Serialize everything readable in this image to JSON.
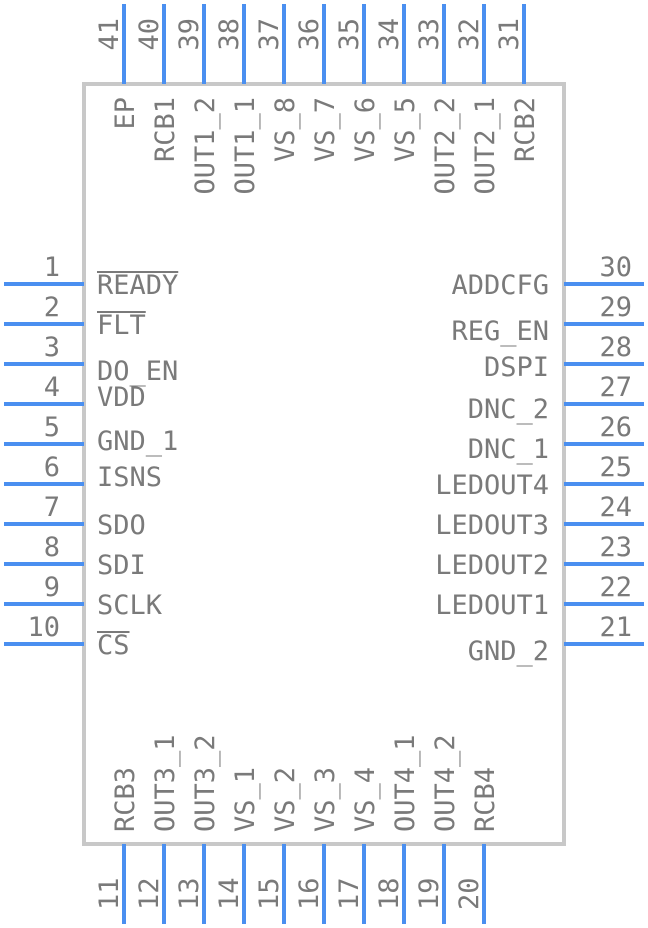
{
  "colors": {
    "pin_line": "#4a8ff0",
    "body_outline": "#c8c8c8",
    "text": "#7a7a7a"
  },
  "left_pins": [
    {
      "num": "1",
      "name": "READY",
      "bar": "READY"
    },
    {
      "num": "2",
      "name": "FLT",
      "bar": "FLT"
    },
    {
      "num": "3",
      "name": "DO_EN",
      "bar": ""
    },
    {
      "num": "4",
      "name": "VDD",
      "bar": ""
    },
    {
      "num": "5",
      "name": "GND_1",
      "bar": ""
    },
    {
      "num": "6",
      "name": "ISNS",
      "bar": ""
    },
    {
      "num": "7",
      "name": "SDO",
      "bar": ""
    },
    {
      "num": "8",
      "name": "SDI",
      "bar": ""
    },
    {
      "num": "9",
      "name": "SCLK",
      "bar": ""
    },
    {
      "num": "10",
      "name": "CS",
      "bar": "CS"
    }
  ],
  "right_pins": [
    {
      "num": "30",
      "name": "ADDCFG",
      "bar": ""
    },
    {
      "num": "29",
      "name": "REG_EN",
      "bar": ""
    },
    {
      "num": "28",
      "name": "DSPI",
      "bar": ""
    },
    {
      "num": "27",
      "name": "DNC_2",
      "bar": ""
    },
    {
      "num": "26",
      "name": "DNC_1",
      "bar": ""
    },
    {
      "num": "25",
      "name": "LEDOUT4",
      "bar": ""
    },
    {
      "num": "24",
      "name": "LEDOUT3",
      "bar": ""
    },
    {
      "num": "23",
      "name": "LEDOUT2",
      "bar": ""
    },
    {
      "num": "22",
      "name": "LEDOUT1",
      "bar": ""
    },
    {
      "num": "21",
      "name": "GND_2",
      "bar": ""
    }
  ],
  "top_pins": [
    {
      "num": "41",
      "name": "EP"
    },
    {
      "num": "40",
      "name": "RCB1"
    },
    {
      "num": "39",
      "name": "OUT1_2"
    },
    {
      "num": "38",
      "name": "OUT1_1"
    },
    {
      "num": "37",
      "name": "VS_8"
    },
    {
      "num": "36",
      "name": "VS_7"
    },
    {
      "num": "35",
      "name": "VS_6"
    },
    {
      "num": "34",
      "name": "VS_5"
    },
    {
      "num": "33",
      "name": "OUT2_2"
    },
    {
      "num": "32",
      "name": "OUT2_1"
    },
    {
      "num": "31",
      "name": "RCB2"
    }
  ],
  "bottom_pins": [
    {
      "num": "11",
      "name": "RCB3"
    },
    {
      "num": "12",
      "name": "OUT3_1"
    },
    {
      "num": "13",
      "name": "OUT3_2"
    },
    {
      "num": "14",
      "name": "VS_1"
    },
    {
      "num": "15",
      "name": "VS_2"
    },
    {
      "num": "16",
      "name": "VS_3"
    },
    {
      "num": "17",
      "name": "VS_4"
    },
    {
      "num": "18",
      "name": "OUT4_1"
    },
    {
      "num": "19",
      "name": "OUT4_2"
    },
    {
      "num": "20",
      "name": "RCB4"
    }
  ]
}
